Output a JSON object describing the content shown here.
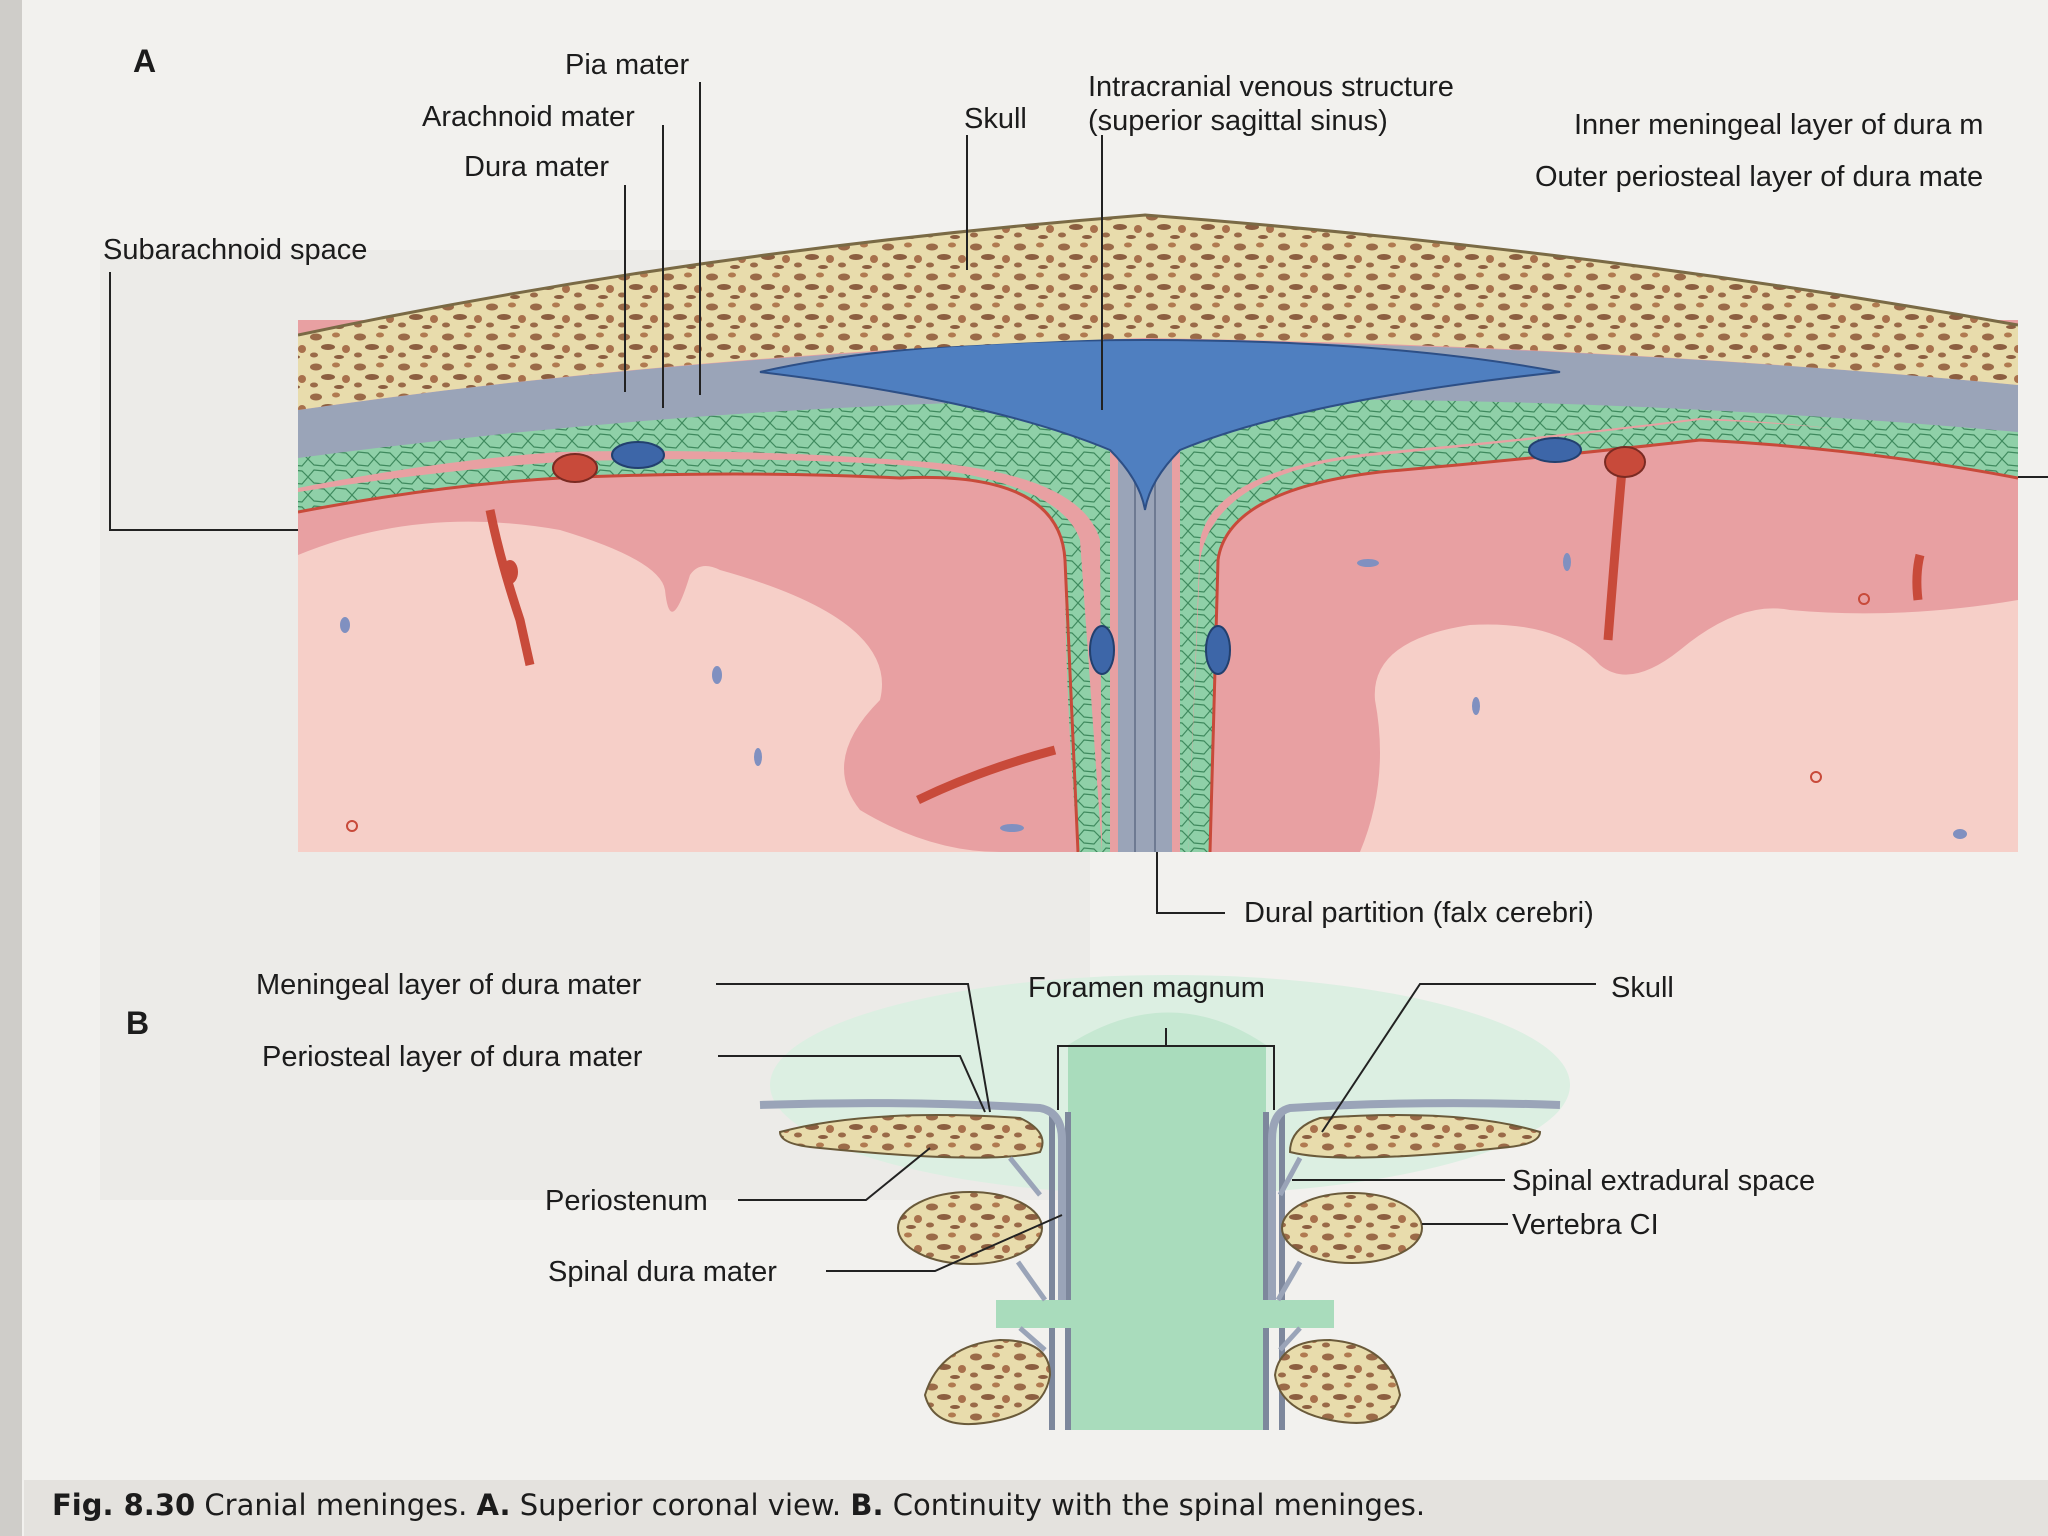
{
  "panel_a": {
    "letter": "A",
    "labels": {
      "pia_mater": "Pia mater",
      "arachnoid_mater": "Arachnoid mater",
      "dura_mater": "Dura mater",
      "subarachnoid_space": "Subarachnoid space",
      "skull": "Skull",
      "venous_structure_line1": "Intracranial venous structure",
      "venous_structure_line2": "(superior sagittal sinus)",
      "inner_meningeal_layer": "Inner meningeal layer of dura m",
      "outer_periosteal_layer": "Outer periosteal layer of dura mate",
      "dural_partition": "Dural partition (falx cerebri)"
    }
  },
  "panel_b": {
    "letter": "B",
    "labels": {
      "meningeal_layer": "Meningeal layer of dura mater",
      "periosteal_layer": "Periosteal layer of dura mater",
      "foramen_magnum": "Foramen magnum",
      "skull": "Skull",
      "periosteum": "Periostenum",
      "spinal_dura_mater": "Spinal dura mater",
      "spinal_extradural_space": "Spinal extradural space",
      "vertebra_c1": "Vertebra CI"
    }
  },
  "caption": {
    "fig_label": "Fig. 8.30",
    "text_1": "Cranial meninges.",
    "a_label": "A.",
    "text_2": "Superior coronal view.",
    "b_label": "B.",
    "text_3": "Continuity with the spinal meninges."
  },
  "colors": {
    "brain": "#e8a0a2",
    "white_matter": "#f6cfc8",
    "subarachnoid": "#8fd0a8",
    "dura": "#9aa4b8",
    "bone": "#e8dcac",
    "bone_spot": "#9a6a48",
    "sinus": "#4f7fc0",
    "spinal_cord": "#a9dcbc",
    "vessel": "#c84a3a"
  }
}
